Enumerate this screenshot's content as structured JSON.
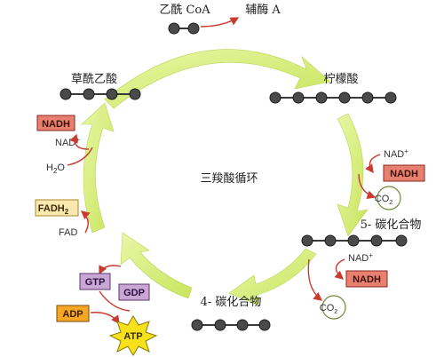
{
  "title": "三羧酸循环",
  "molecules": {
    "acetyl_coa": "乙酰 CoA",
    "coenzyme_a": "辅酶 A",
    "oxaloacetate": "草酰乙酸",
    "citrate": "柠檬酸",
    "five_carbon": "5- 碳化合物",
    "four_carbon": "4- 碳化合物"
  },
  "cofactors": {
    "nadh_top_left": "NADH",
    "nad_top_left": "NAD",
    "h2o": "H",
    "fadh2": "FADH",
    "fad": "FAD",
    "nad_right_1": "NAD",
    "nadh_right_1": "NADH",
    "co2_1": "CO",
    "nad_right_2": "NAD",
    "nadh_right_2": "NADH",
    "co2_2": "CO",
    "gtp": "GTP",
    "gdp": "GDP",
    "adp": "ADP",
    "atp": "ATP"
  },
  "sup_sub": {
    "plus": "+",
    "two": "2",
    "o": "O"
  },
  "colors": {
    "nadh_fill": "#e8806f",
    "fadh_fill": "#fbe7b0",
    "gtp_fill": "#c9a6d4",
    "adp_fill": "#f5a623",
    "atp_fill": "#f7e11d",
    "cycle_arrow": "#d9ee7a",
    "arrow_red": "#c93a2f"
  }
}
